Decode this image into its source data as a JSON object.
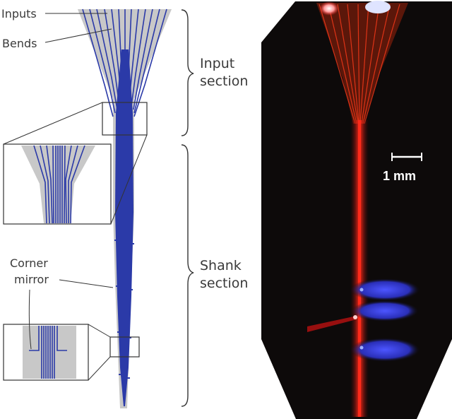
{
  "figure": {
    "labels": {
      "inputs": "Inputs",
      "bends": "Bends",
      "corner_mirror_line1": "Corner",
      "corner_mirror_line2": "mirror",
      "input_section_line1": "Input",
      "input_section_line2": "section",
      "shank_section_line1": "Shank",
      "shank_section_line2": "section"
    },
    "photo": {
      "scale_bar_label": "1 mm"
    },
    "colors": {
      "waveguide": "#2b3aa8",
      "cladding": "#c8c8c8",
      "photo_background": "#0d0a0a",
      "red_light": "#ff2a1a",
      "blue_light": "#3a46ff"
    }
  }
}
